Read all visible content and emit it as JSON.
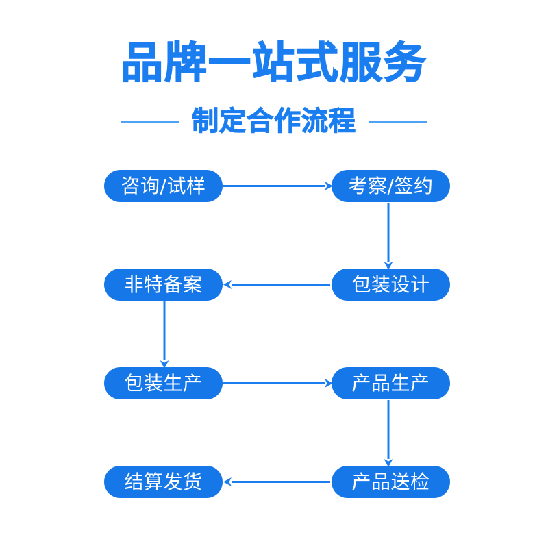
{
  "header": {
    "main_title": "品牌一站式服务",
    "subtitle": "制定合作流程",
    "dash_left": "",
    "dash_right": ""
  },
  "colors": {
    "title_blue": "#1a7df0",
    "dash_blue": "#4fa3f7",
    "node_fill": "#1677e8",
    "node_text": "#ffffff",
    "connector": "#1a7df0",
    "background": "#ffffff"
  },
  "flow": {
    "nodes": [
      {
        "id": "consult",
        "label": "咨询/试样",
        "row": 1,
        "col": 1
      },
      {
        "id": "inspect-sign",
        "label": "考察/签约",
        "row": 1,
        "col": 2
      },
      {
        "id": "non-special",
        "label": "非特备案",
        "row": 2,
        "col": 1
      },
      {
        "id": "package-design",
        "label": "包装设计",
        "row": 2,
        "col": 2
      },
      {
        "id": "package-prod",
        "label": "包装生产",
        "row": 3,
        "col": 1
      },
      {
        "id": "product-prod",
        "label": "产品生产",
        "row": 3,
        "col": 2
      },
      {
        "id": "settle-ship",
        "label": "结算发货",
        "row": 4,
        "col": 1
      },
      {
        "id": "product-test",
        "label": "产品送检",
        "row": 4,
        "col": 2
      }
    ],
    "connections": [
      {
        "from": "consult",
        "to": "inspect-sign",
        "direction": "right"
      },
      {
        "from": "inspect-sign",
        "to": "package-design",
        "direction": "down"
      },
      {
        "from": "package-design",
        "to": "non-special",
        "direction": "left"
      },
      {
        "from": "non-special",
        "to": "package-prod",
        "direction": "down"
      },
      {
        "from": "package-prod",
        "to": "product-prod",
        "direction": "right"
      },
      {
        "from": "product-prod",
        "to": "product-test",
        "direction": "down"
      },
      {
        "from": "product-test",
        "to": "settle-ship",
        "direction": "left"
      }
    ]
  }
}
